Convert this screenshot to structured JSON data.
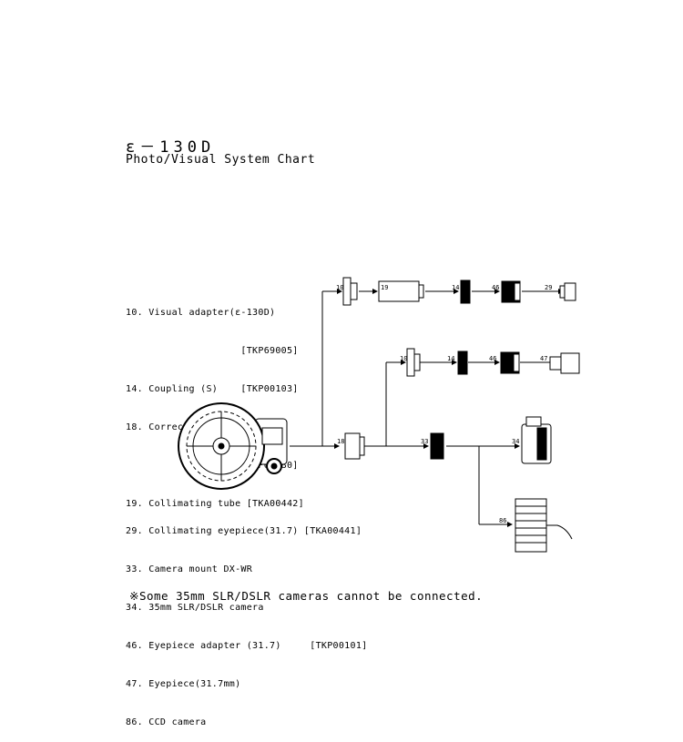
{
  "header": {
    "title": "ε－130D",
    "subtitle": "Photo/Visual System Chart"
  },
  "legend_top": [
    "10. Visual adapter(ε-130D)",
    "                    [TKP69005]",
    "14. Coupling (S)    [TKP00103]",
    "18. Corrector lens(ε-130D)",
    "                    [TKP69580]",
    "19. Collimating tube [TKA00442]"
  ],
  "legend_bottom": [
    "29. Collimating eyepiece(31.7) [TKA00441]",
    "33. Camera mount DX-WR",
    "34. 35mm SLR/DSLR camera",
    "46. Eyepiece adapter (31.7)     [TKP00101]",
    "47. Eyepiece(31.7mm)",
    "86. CCD camera"
  ],
  "note": "※Some 35mm SLR/DSLR cameras cannot be connected.",
  "part_labels": {
    "p10a": "10",
    "p19": "19",
    "p14a": "14",
    "p46a": "46",
    "p29": "29",
    "p10b": "10",
    "p14b": "14",
    "p46b": "46",
    "p47": "47",
    "p18": "18",
    "p33": "33",
    "p34": "34",
    "p86": "86"
  }
}
